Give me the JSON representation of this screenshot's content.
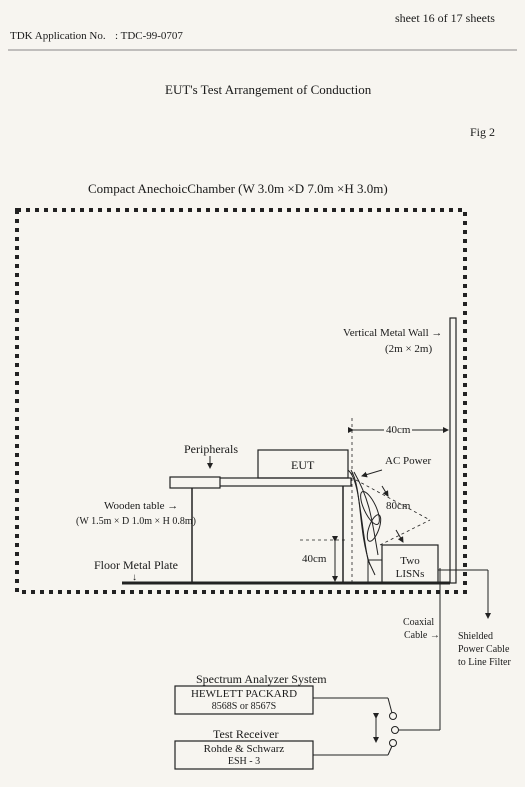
{
  "header": {
    "sheet": "sheet  16  of  17  sheets",
    "application_label": "TDK Application No.",
    "application_no": ":  TDC-99-0707"
  },
  "title": "EUT's Test Arrangement of Conduction",
  "fig": "Fig 2",
  "chamber_label": "Compact AnechoicChamber (W 3.0m ×D 7.0m ×H 3.0m)",
  "labels": {
    "vertical_wall": "Vertical Metal Wall →",
    "vertical_wall_size": "(2m × 2m)",
    "dist_40_top": "40cm",
    "peripherals": "Peripherals",
    "eut": "EUT",
    "ac_power": "AC Power",
    "dist_80": "80cm",
    "wooden_table": "Wooden table →",
    "wooden_table_size": "(W 1.5m × D 1.0m × H 0.8m)",
    "dist_40_bottom": "40cm",
    "two_lisns_1": "Two",
    "two_lisns_2": "LISNs",
    "floor_plate": "Floor Metal Plate",
    "coaxial_1": "Coaxial",
    "coaxial_2": "Cable →",
    "shielded_1": "Shielded",
    "shielded_2": "Power Cable",
    "shielded_3": "to Line Filter"
  },
  "spectrum": {
    "title": "Spectrum Analyzer System",
    "line1": "HEWLETT PACKARD",
    "line2": "8568S or 8567S"
  },
  "receiver": {
    "title": "Test Receiver",
    "line1": "Rohde & Schwarz",
    "line2": "ESH - 3"
  }
}
